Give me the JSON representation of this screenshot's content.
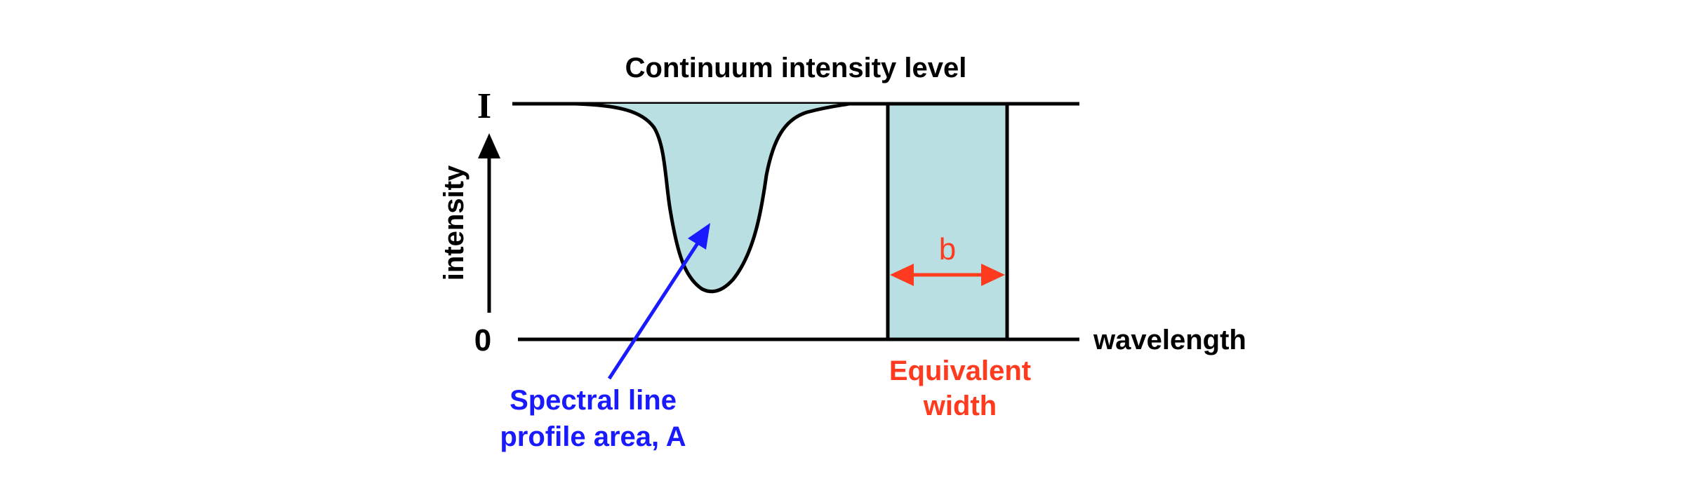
{
  "title": "Continuum intensity level",
  "y_axis": {
    "label": "intensity",
    "top_tick": "I",
    "bottom_tick": "0"
  },
  "x_axis": {
    "label": "wavelength"
  },
  "profile_label": {
    "line1": "Spectral line",
    "line2": "profile area, A"
  },
  "equivalent_width": {
    "symbol": "b",
    "line1": "Equivalent",
    "line2": "width"
  },
  "colors": {
    "fill": "#b9dfe2",
    "stroke": "#000000",
    "profile_label": "#1a1aff",
    "equivalent_width": "#ff3b1f"
  }
}
